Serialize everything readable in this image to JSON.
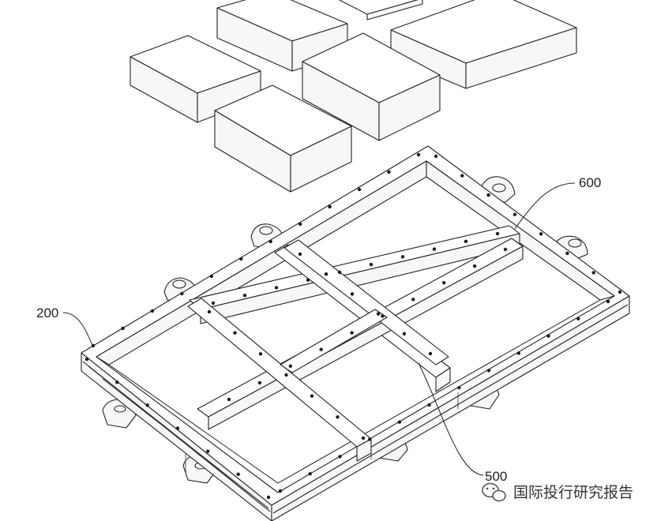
{
  "labels": {
    "frame": "200",
    "cross_beam": "500",
    "side_beam": "600"
  },
  "watermark": {
    "text": "国际投行研究报告",
    "icon": "wechat-logo-icon"
  },
  "colors": {
    "line": "#222222",
    "background": "#ffffff"
  }
}
